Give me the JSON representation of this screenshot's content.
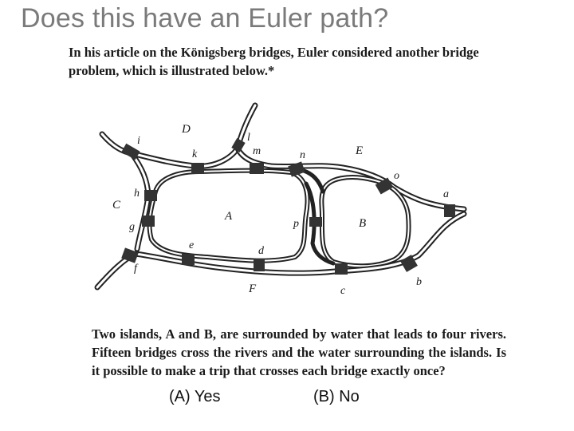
{
  "slide": {
    "title": "Does this have an Euler path?"
  },
  "text": {
    "intro": "In his article on the Königsberg bridges, Euler considered another bridge problem, which is illustrated below.*",
    "question": "Two islands, A and B, are surrounded by water that leads to four rivers. Fifteen bridges cross the rivers and the water surrounding the islands. Is it possible to make a trip that crosses each bridge exactly once?"
  },
  "figure": {
    "regions": [
      "A",
      "B",
      "C",
      "D",
      "E",
      "F"
    ],
    "bridges": [
      "a",
      "b",
      "c",
      "d",
      "e",
      "f",
      "g",
      "h",
      "i",
      "k",
      "l",
      "m",
      "n",
      "o",
      "p"
    ]
  },
  "answers": [
    {
      "label": "(A)  Yes"
    },
    {
      "label": "(B) No"
    }
  ]
}
